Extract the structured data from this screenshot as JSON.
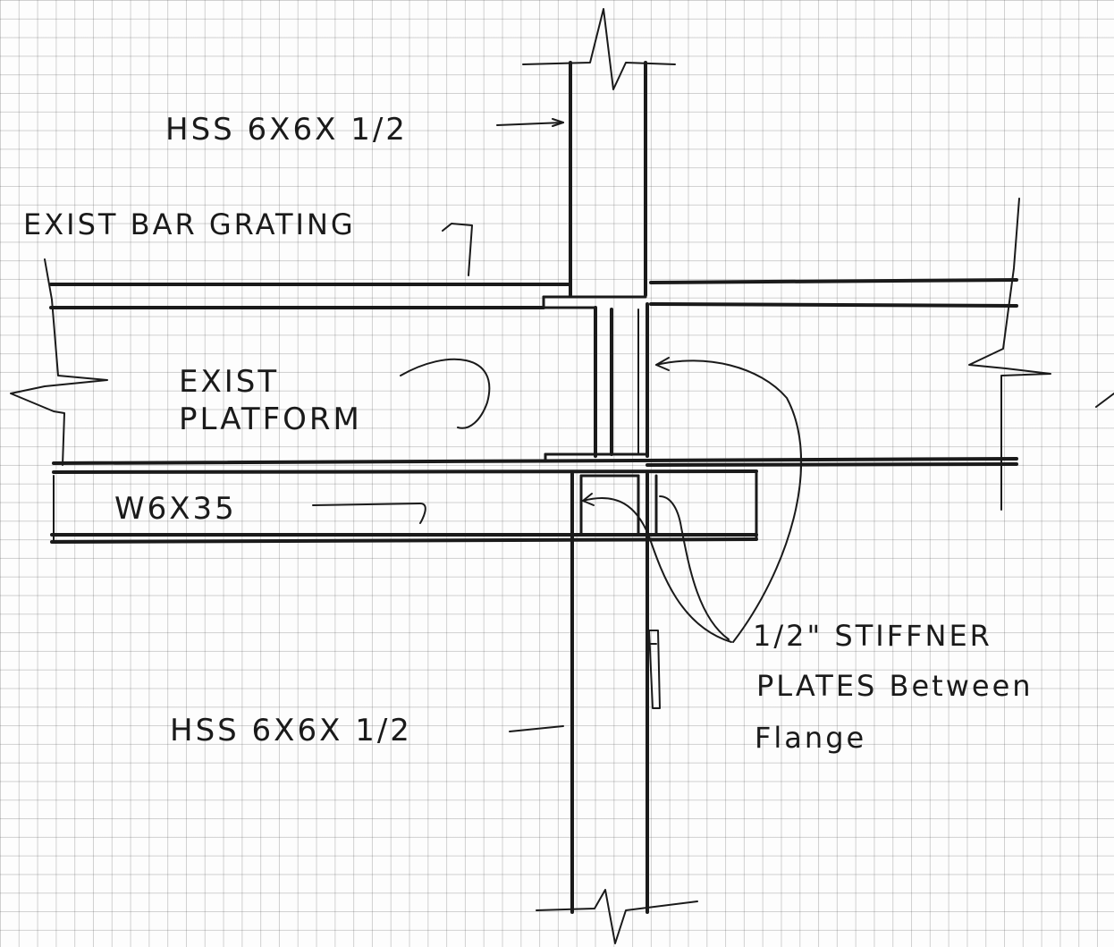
{
  "labels": {
    "hss_top": "HSS 6X6X 1/2",
    "grating": "EXIST BAR GRATING",
    "platform_line1": "EXIST",
    "platform_line2": "PLATFORM",
    "beam": "W6X35",
    "stiffener_line1": "1/2\" STIFFNER",
    "stiffener_line2": "PLATES Between",
    "stiffener_line3": "Flange",
    "hss_bottom": "HSS 6X6X 1/2"
  },
  "colors": {
    "ink": "#1a1a1a",
    "paper": "#fdfdfd",
    "grid": "#5a5a5a"
  }
}
